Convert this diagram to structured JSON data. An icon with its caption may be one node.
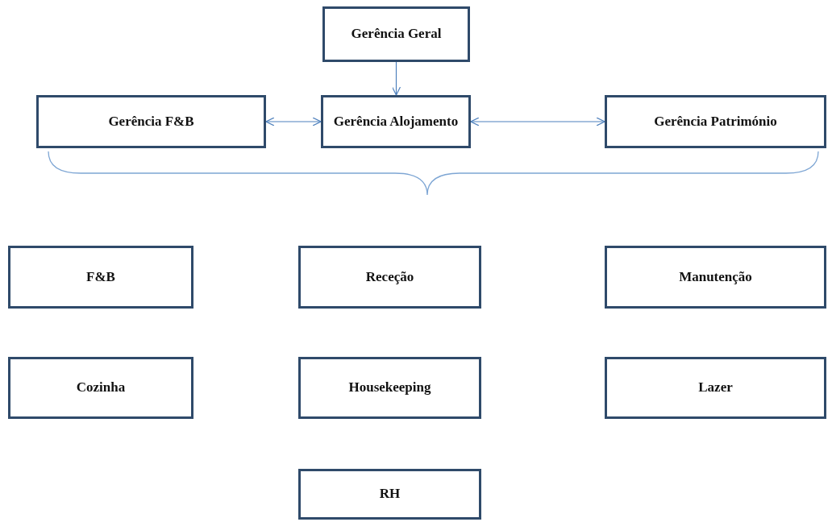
{
  "diagram": {
    "nodes": [
      {
        "text": [
          "Gerência Geral"
        ]
      },
      {
        "text": [
          "Gerência F&B"
        ]
      },
      {
        "text": [
          "Gerência Alojamento"
        ]
      },
      {
        "text": [
          "Gerência Património"
        ]
      },
      {
        "text": [
          "F&B"
        ]
      },
      {
        "text": [
          "Receção"
        ]
      },
      {
        "text": [
          "Manutenção"
        ]
      },
      {
        "text": [
          "Cozinha"
        ]
      },
      {
        "text": [
          "Housekeeping"
        ]
      },
      {
        "text": [
          "Lazer"
        ]
      },
      {
        "text": [
          "RH"
        ]
      }
    ],
    "edges": [
      {
        "from": 0,
        "to": 2,
        "arrow": "to"
      },
      {
        "from": 1,
        "to": 2,
        "arrow": "both"
      },
      {
        "from": 2,
        "to": 3,
        "arrow": "both"
      }
    ]
  }
}
